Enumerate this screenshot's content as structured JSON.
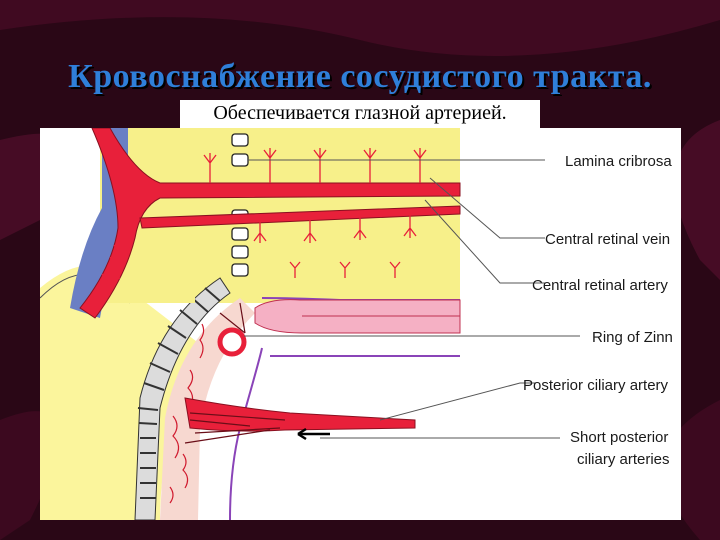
{
  "slide": {
    "title": "Кровоснабжение сосудистого тракта.",
    "subtitle": "Обеспечивается глазной артерией."
  },
  "diagram": {
    "labels": {
      "lamina_cribrosa": "Lamina cribrosa",
      "central_retinal_vein": "Central retinal vein",
      "central_retinal_artery": "Central retinal artery",
      "ring_of_zinn": "Ring of Zinn",
      "posterior_ciliary_artery": "Posterior ciliary artery",
      "short_posterior_ciliary_arteries_line1": "Short posterior",
      "short_posterior_ciliary_arteries_line2": "ciliary arteries"
    }
  },
  "colors": {
    "background": "#2a0716",
    "title": "#2f7fd9",
    "nerve_yellow": "#f7f08a",
    "sclera_yellow": "#fbf59c",
    "artery_red": "#e8203a",
    "vein_blue": "#6a7fc4"
  }
}
